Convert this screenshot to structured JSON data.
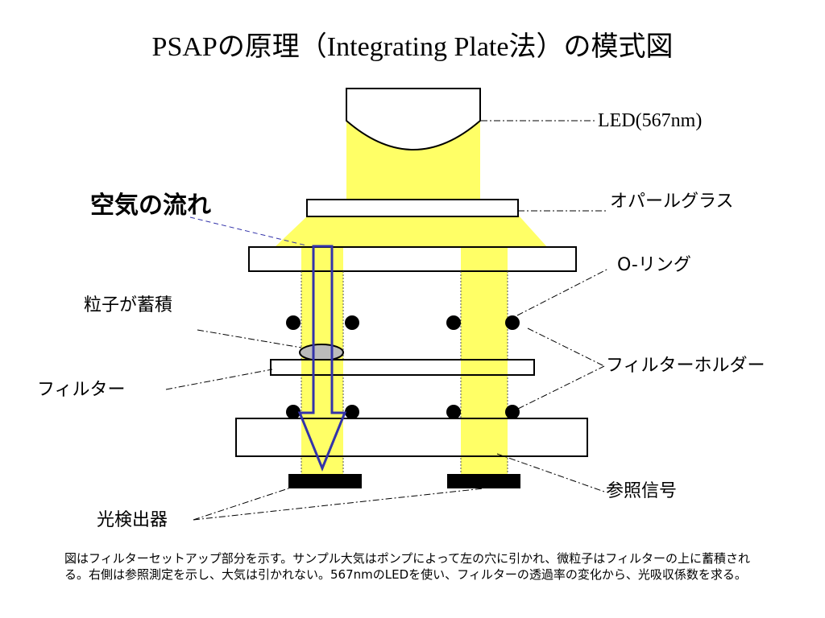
{
  "title": "PSAPの原理（Integrating Plate法）の模式図",
  "labels": {
    "led": "LED(567nm)",
    "opal_glass": "オパールグラス",
    "o_ring": "O-リング",
    "particles": "粒子が蓄積",
    "filter": "フィルター",
    "filter_holder": "フィルターホルダー",
    "reference_signal": "参照信号",
    "photodetector": "光検出器",
    "air_flow": "空気の流れ"
  },
  "caption": "図はフィルターセットアップ部分を示す。サンプル大気はポンプによって左の穴に引かれ、微粒子はフィルターの上に蓄積される。右側は参照測定を示し、大気は引かれない。567nmのLEDを使い、フィルターの透過率の変化から、光吸収係数を求る。",
  "colors": {
    "light": "#ffff66",
    "arrow": "#3333aa",
    "particle_deposit": "#bbbbbb",
    "detector": "#000000"
  }
}
